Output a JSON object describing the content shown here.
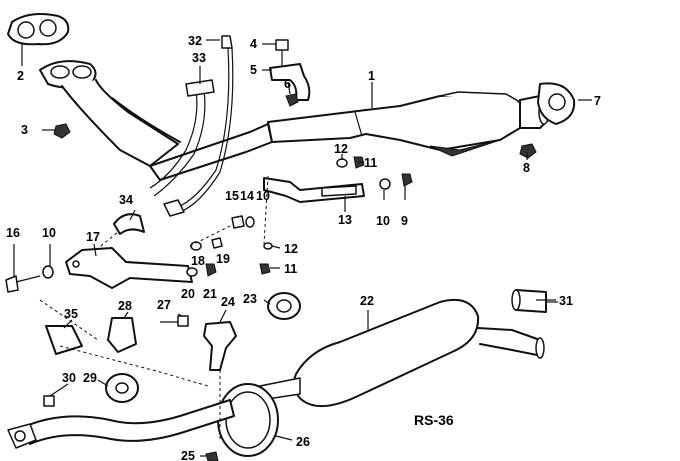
{
  "diagram_code": "RS-36",
  "callouts": {
    "c1": "1",
    "c2": "2",
    "c3": "3",
    "c4": "4",
    "c5": "5",
    "c6": "6",
    "c7": "7",
    "c8": "8",
    "c9": "9",
    "c10a": "10",
    "c10b": "10",
    "c10c": "10",
    "c11a": "11",
    "c11b": "11",
    "c12a": "12",
    "c12b": "12",
    "c13": "13",
    "c14": "14",
    "c15": "15",
    "c16": "16",
    "c17": "17",
    "c18": "18",
    "c19": "19",
    "c20": "20",
    "c21": "21",
    "c22": "22",
    "c23": "23",
    "c24": "24",
    "c25": "25",
    "c26": "26",
    "c27": "27",
    "c28": "28",
    "c29": "29",
    "c30": "30",
    "c31": "31",
    "c32": "32",
    "c33": "33",
    "c34": "34",
    "c35": "35"
  }
}
